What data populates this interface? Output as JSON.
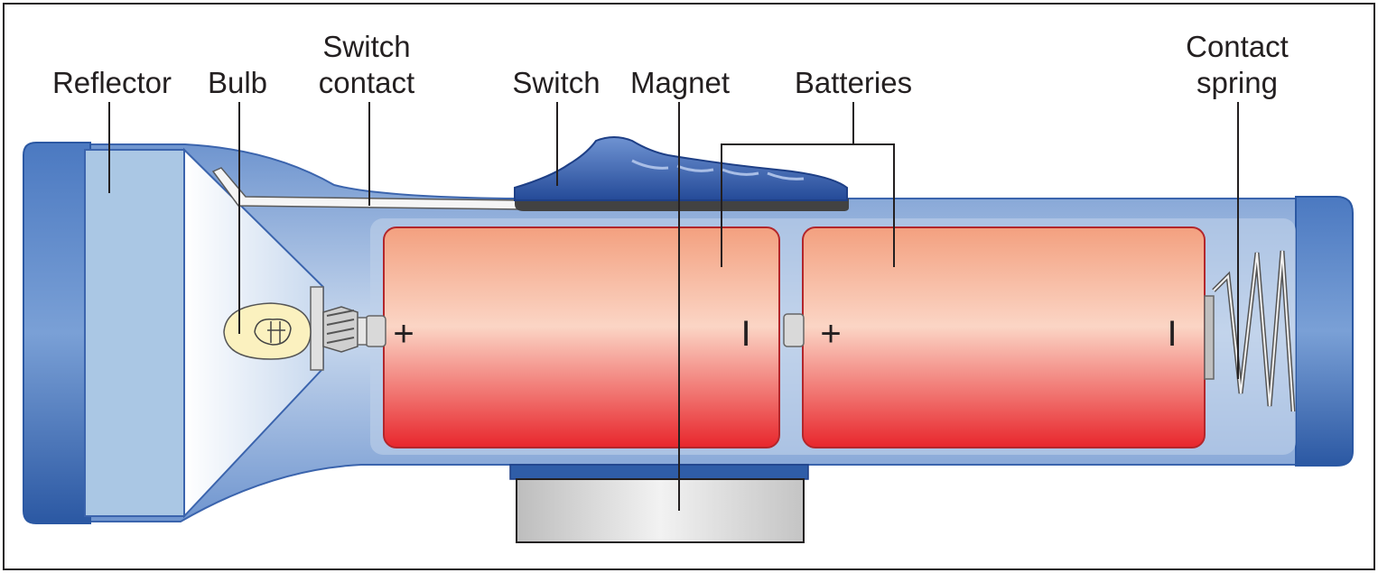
{
  "labels": {
    "reflector": "Reflector",
    "bulb": "Bulb",
    "switch_contact_line1": "Switch",
    "switch_contact_line2": "contact",
    "switch": "Switch",
    "magnet": "Magnet",
    "batteries": "Batteries",
    "contact_spring_line1": "Contact",
    "contact_spring_line2": "spring"
  },
  "battery_marks": {
    "plus": "+",
    "minus": "I"
  },
  "colors": {
    "body_dark": "#2f5da8",
    "body_light": "#bcd0ea",
    "battery_top": "#f3a07f",
    "battery_mid": "#fbd5c5",
    "battery_bottom": "#e8262c",
    "switch": "#3d66b5",
    "bulb": "#fbf1bf",
    "magnet": "#d9d9d9",
    "frame": "#231f20"
  },
  "icons": {
    "bulb": "bulb-icon",
    "spring": "spring-icon",
    "switch": "switch-slider-icon"
  }
}
